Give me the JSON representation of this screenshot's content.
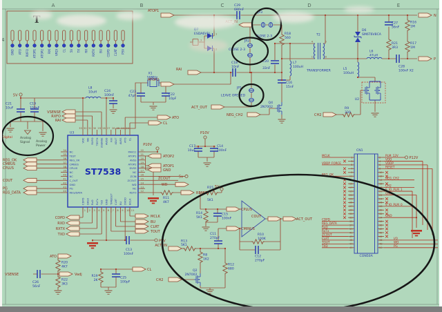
{
  "colors": {
    "background": "#b1d8bc",
    "wire": "#9a4836",
    "component_blue": "#2734ac",
    "net_red": "#942d1c",
    "cn_red": "#b3271b",
    "annotation": "#161616"
  },
  "frame": {
    "letters": [
      "A",
      "B",
      "C",
      "D",
      "E"
    ],
    "row_marker": "4"
  },
  "header_box": {
    "title": "T",
    "pins": [
      "GND",
      "ATO",
      "RXFO",
      "ATOP1",
      "ATOP2",
      "RXI",
      "VRDI",
      "CL",
      "5V",
      "TX",
      "RX",
      "RXTX",
      "BU",
      "CDPD",
      "CLRT",
      "P5V"
    ]
  },
  "nets": {
    "atop1": "ATOP1",
    "atop2": "ATOP2",
    "act_in": "ACT_IN",
    "act_out": "ACT_OUT",
    "rai": "RAI",
    "vsense": "VSENSE",
    "rxfo": "RXFO",
    "neg_ch2": "NEG_CH2",
    "ch2": "CH2",
    "cl": "CL",
    "ato": "ATO",
    "v5": "5V",
    "v5l": "5v",
    "p5v": "P5V",
    "p10v": "P10V",
    "p12v": "P12V",
    "reg_ok": "REG_OK",
    "cmbus": "CMBUS",
    "cplus": "CPLUS",
    "cminus": "CMINUS",
    "cout": "COUT",
    "pg": "PG",
    "reg_data": "REG_DATA",
    "cdpd": "CDPD",
    "rxd": "RXD",
    "rxtx": "RXTX",
    "txd": "TXD",
    "mclk": "MCLK",
    "bu": "BU",
    "clrt": "CLRT",
    "tout": "TOUT",
    "zcout": "ZCOUT",
    "wd": "WD",
    "reset": "RESET",
    "vadj": "Vadj",
    "n": "N",
    "p": "P",
    "gnd": "GND",
    "digital": "Digital",
    "analog": "Analog",
    "signal": "Signal",
    "power": "Power"
  },
  "components": {
    "C29": {
      "r": "C29",
      "v": "680nF"
    },
    "D7": {
      "r": "D7",
      "v": "ESDA6V1L"
    },
    "JP3": {
      "r": "JP3",
      "v": "CLOSE 2-3"
    },
    "JP2": {
      "r": "JP2",
      "v": "CLOSE 2-3"
    },
    "JP1": {
      "r": "JP1",
      "v": "LEAVE OPENED"
    },
    "C18": {
      "r": "C18",
      "v": "10nF"
    },
    "R18": {
      "r": "R18",
      "v": "560"
    },
    "C20": {
      "r": "C20",
      "v": "33nF"
    },
    "L7": {
      "r": "L7",
      "v": "100uH"
    },
    "C16": {
      "r": "C16",
      "v": "15nF"
    },
    "Q4": {
      "r": "Q4",
      "v": "2N7002"
    },
    "T2": {
      "r": "T2",
      "v": "TRANSFORMER"
    },
    "D6": {
      "r": "D6",
      "v": "SM6T6V8CA"
    },
    "C27": {
      "r": "C27",
      "v": "56nF"
    },
    "R16": {
      "r": "R16",
      "v": "1M"
    },
    "R21": {
      "r": "R21",
      "v": "3R3"
    },
    "R17": {
      "r": "R17",
      "v": "1M"
    },
    "L6": {
      "r": "L6",
      "v": "47uH"
    },
    "L5": {
      "r": "L5",
      "v": "100uH"
    },
    "C28": {
      "r": "C28",
      "v": "100nF X2"
    },
    "U2": {
      "r": "U2",
      "v": ""
    },
    "R9": {
      "r": "R9",
      "v": "330"
    },
    "X1": {
      "r": "X1",
      "v": "16MHz"
    },
    "C23": {
      "r": "C23",
      "v": "47pF"
    },
    "C22": {
      "r": "C22",
      "v": "10pF"
    },
    "L8": {
      "r": "L8",
      "v": "10uH"
    },
    "C24": {
      "r": "C24",
      "v": "100nF"
    },
    "C21": {
      "r": "C21",
      "v": "10uF"
    },
    "C19": {
      "r": "C19",
      "v": "100nF"
    },
    "U3": {
      "r": "U3",
      "v": "ST7538"
    },
    "C17": {
      "r": "C17",
      "v": "10uF"
    },
    "C14": {
      "r": "C14",
      "v": "100nF"
    },
    "C13": {
      "r": "C13",
      "v": "100nF"
    },
    "R11": {
      "r": "R11",
      "v": "4K7"
    },
    "R15": {
      "r": "R15",
      "v": "5K1"
    },
    "R14": {
      "r": "R14",
      "v": "5K1"
    },
    "C15": {
      "r": "C15",
      "v": "100nF"
    },
    "R13": {
      "r": "R13",
      "v": "5K1"
    },
    "R8": {
      "r": "R8",
      "v": "1K2"
    },
    "Q2": {
      "r": "Q2",
      "v": "2N7002"
    },
    "R12": {
      "r": "R12",
      "v": "680"
    },
    "R10": {
      "r": "R10",
      "v": "100K"
    },
    "C11": {
      "r": "C11",
      "v": "270pF"
    },
    "C12": {
      "r": "C12",
      "v": "270pF"
    },
    "R20": {
      "r": "R20",
      "v": "4K7"
    },
    "C26": {
      "r": "C26",
      "v": "56nF"
    },
    "R22": {
      "r": "R22",
      "v": "3K3"
    },
    "R19": {
      "r": "R19",
      "v": "2K"
    },
    "C25": {
      "r": "C25",
      "v": "100pF"
    }
  },
  "chip": {
    "ref": "U3",
    "name": "ST7538",
    "top": [
      [
        "33",
        "VDC"
      ],
      [
        "32",
        "RAI"
      ],
      [
        "31",
        "RXFO"
      ],
      [
        "30",
        "TESTH"
      ],
      [
        "29",
        "USENSE"
      ],
      [
        "28",
        "AVDD"
      ],
      [
        "27",
        "RXI"
      ],
      [
        "26",
        "XOUT"
      ],
      [
        "25",
        "AVSS"
      ],
      [
        "24",
        "ATO"
      ],
      [
        "23",
        "CL"
      ]
    ],
    "left": [
      [
        "34",
        "NC"
      ],
      [
        "35",
        "TEST"
      ],
      [
        "36",
        "REG_OK"
      ],
      [
        "37",
        "CMBUS"
      ],
      [
        "38",
        "CPLUS"
      ],
      [
        "39",
        "NC"
      ],
      [
        "40",
        "NC"
      ],
      [
        "41",
        "C_OUT"
      ],
      [
        "42",
        "GND"
      ],
      [
        "43",
        "PG"
      ],
      [
        "44",
        "REG/DATA"
      ]
    ],
    "right": [
      [
        "22",
        "PAVCC"
      ],
      [
        "21",
        "ATOP1"
      ],
      [
        "20",
        "AVSS"
      ],
      [
        "19",
        "ATOP2"
      ],
      [
        "18",
        "DVSS"
      ],
      [
        "17",
        "NC"
      ],
      [
        "16",
        "ZCIN"
      ],
      [
        "15",
        "ZCOUT"
      ],
      [
        "14",
        "WD"
      ],
      [
        "13",
        "NC"
      ],
      [
        "12",
        "RSTO"
      ]
    ],
    "bottom": [
      [
        "1",
        "CDPD"
      ],
      [
        "2",
        "DAS0"
      ],
      [
        "3",
        "RxD"
      ],
      [
        "4",
        "RxTx"
      ],
      [
        "5",
        "TxD"
      ],
      [
        "6",
        "GND"
      ],
      [
        "7",
        "TIMEOUT"
      ],
      [
        "8",
        "CLRT"
      ],
      [
        "9",
        "BU"
      ],
      [
        "10",
        "DVDD"
      ],
      [
        "11",
        "BCLK"
      ]
    ]
  },
  "cn1": {
    "ref": "CN1",
    "footprint": "CON50A",
    "left": {
      "1": "MCLK",
      "5": "VDDP_FORCE",
      "11": "REG_OK",
      "35": "CDPD",
      "37": "REG_DATA",
      "39": "RxD",
      "41": "RxTx",
      "43": "ZCOUT",
      "45": "CLRT",
      "47": "TOUT",
      "49": "TXD"
    },
    "right": {
      "2": "PLM_12V",
      "4": "VDD",
      "6": "VDDP",
      "8": "RESET",
      "14": "NEG_CH2",
      "18": "CH2",
      "20": "S_IO_PLM_1",
      "22": "GND",
      "28": "S_IO_PLM_0",
      "34": "GND",
      "46": "I/O",
      "48": "WD",
      "50": "PG"
    }
  },
  "t2_pins": [
    "4",
    "5",
    "1",
    "8"
  ],
  "d7_pins": [
    "1",
    "2",
    "3"
  ]
}
